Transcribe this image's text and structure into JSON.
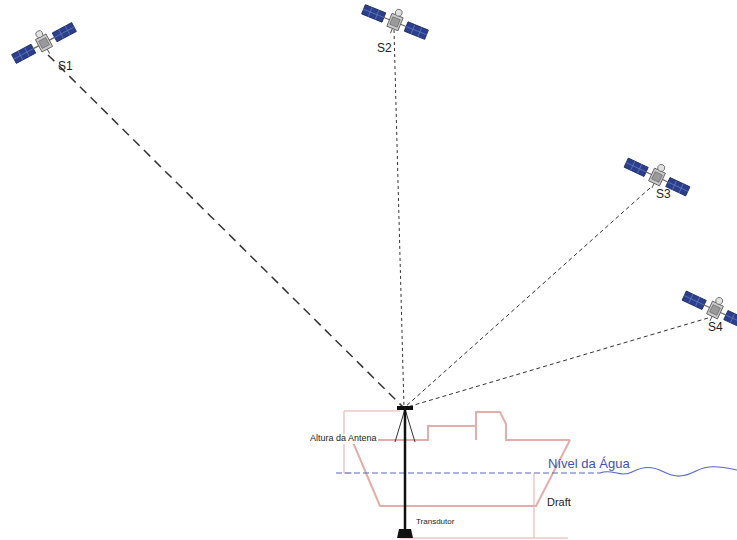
{
  "diagram": {
    "labels": [
      "S1",
      "S2",
      "S3",
      "S4",
      "Altura da Antena",
      "Nível da Água",
      "Draft",
      "Transdutor"
    ]
  }
}
